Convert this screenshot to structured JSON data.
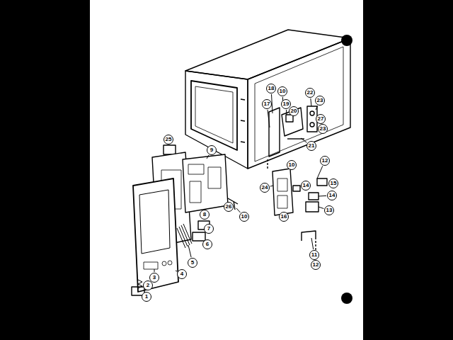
{
  "diagram": {
    "labels": [
      "18",
      "10",
      "22",
      "23",
      "17",
      "19",
      "20",
      "27",
      "23",
      "25",
      "21",
      "9",
      "12",
      "10",
      "14",
      "15",
      "24",
      "14",
      "26",
      "13",
      "8",
      "10",
      "16",
      "7",
      "6",
      "11",
      "5",
      "12",
      "4",
      "3",
      "2",
      "1"
    ]
  }
}
